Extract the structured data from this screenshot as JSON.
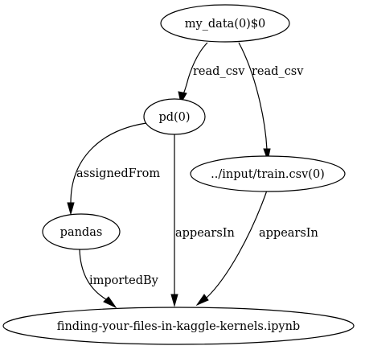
{
  "nodes": {
    "my_data": "my_data(0)$0",
    "pd": "pd(0)",
    "train_csv": "../input/train.csv(0)",
    "pandas": "pandas",
    "notebook": "finding-your-files-in-kaggle-kernels.ipynb"
  },
  "edges": {
    "my_data_to_pd": "read_csv",
    "my_data_to_train_csv": "read_csv",
    "pd_to_pandas": "assignedFrom",
    "pd_to_notebook": "appearsIn",
    "train_csv_to_notebook": "appearsIn",
    "pandas_to_notebook": "importedBy"
  }
}
